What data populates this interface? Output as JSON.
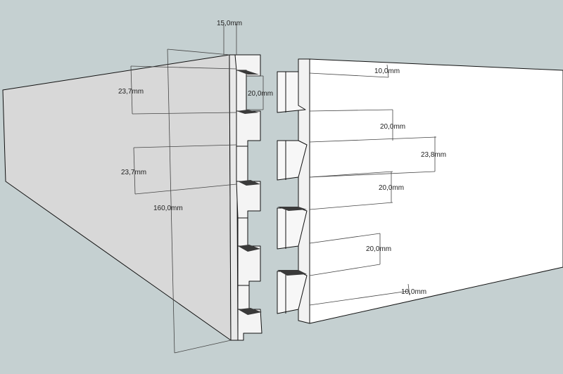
{
  "dimensions": {
    "board_thickness": "15,0mm",
    "board_height": "160,0mm",
    "tail_spacing_upper": "23,7mm",
    "tail_spacing_lower": "23,7mm",
    "tail_gap": "20,0mm",
    "end_pin_top": "10,0mm",
    "pin_gap_1": "20,0mm",
    "pin_span": "23,8mm",
    "pin_gap_2": "20,0mm",
    "pin_gap_3": "20,0mm",
    "end_pin_bottom": "10,0mm"
  },
  "colors": {
    "background": "#c5d0d1",
    "board_side": "#d8d8d8",
    "board_face": "#ffffff",
    "recess_shadow": "#3a3a3a",
    "end_grain": "#f2f2f2"
  }
}
